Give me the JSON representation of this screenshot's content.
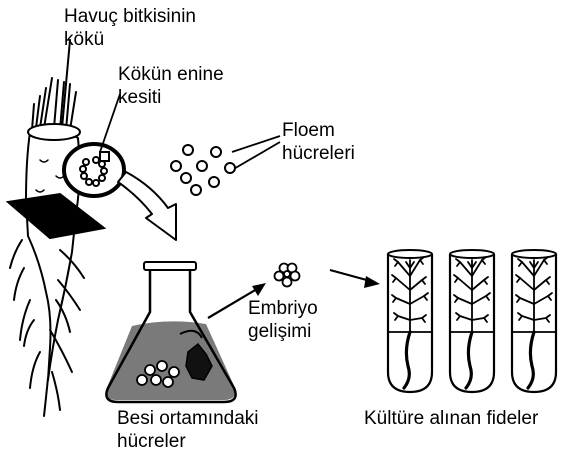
{
  "labels": {
    "carrot_root": [
      "Havuç bitkisinin",
      "kökü"
    ],
    "cross_section": [
      "Kökün enine",
      "kesiti"
    ],
    "phloem_cells": [
      "Floem",
      "hücreleri"
    ],
    "embryo_development": [
      "Embriyo",
      "gelişimi"
    ],
    "cells_in_medium": [
      "Besi ortamındaki",
      "hücreler"
    ],
    "cultured_seedlings": [
      "Kültüre alınan fideler"
    ]
  },
  "colors": {
    "ink": "#000000",
    "medium_fill": "#7a7a7a",
    "background": "#ffffff"
  },
  "icons": [
    "carrot-icon",
    "cross-section-icon",
    "flask-icon",
    "test-tube-icon",
    "seedling-icon",
    "embryo-icon"
  ]
}
